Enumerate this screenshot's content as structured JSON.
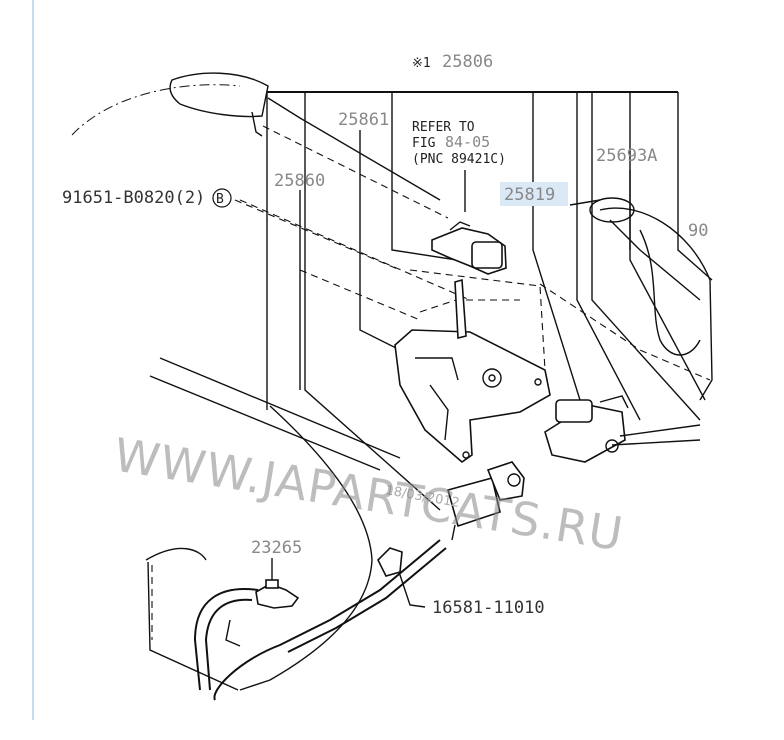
{
  "diagram": {
    "callouts": {
      "top_group_mark": "※1",
      "top_group_num": "25806",
      "p25861": "25861",
      "p25860": "25860",
      "p25693a": "25693A",
      "p25819": "25819",
      "p90_partial": "90",
      "bolt": "91651-B0820(2)",
      "bolt_circle": "B",
      "p23265": "23265",
      "p16581": "16581-11010"
    },
    "refer_note": {
      "line1": "REFER TO",
      "line2_prefix": "FIG",
      "line2_num": "84-05",
      "line3": "(PNC 89421C)"
    },
    "stamp_date": "18/03/2012",
    "watermark": "WWW.JAPARTCATS.RU"
  },
  "colors": {
    "line": "#111111",
    "label_gray": "#888888",
    "highlight": "#dbe8f6",
    "left_rule": "#9ec3e6"
  }
}
